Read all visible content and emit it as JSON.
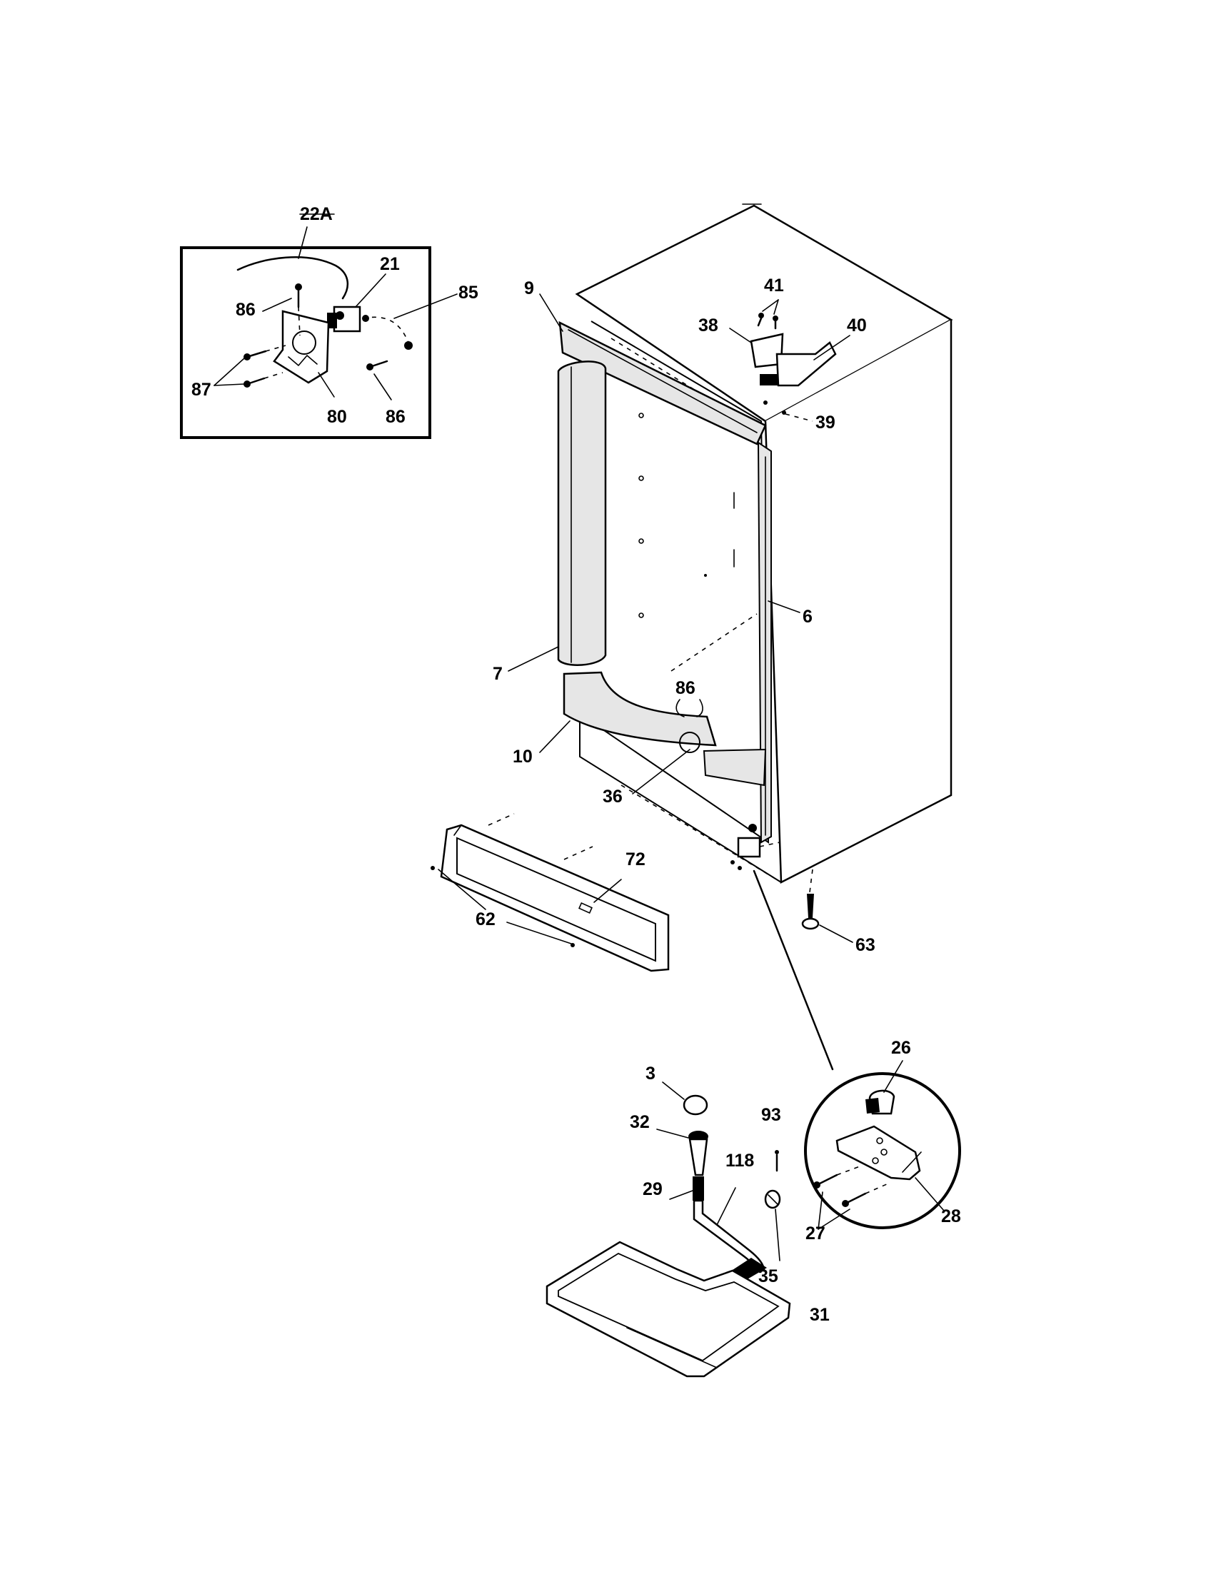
{
  "diagram": {
    "labels": {
      "p22a": "22A",
      "p21": "21",
      "p85": "85",
      "p86a": "86",
      "p86b": "86",
      "p86c": "86",
      "p87": "87",
      "p80": "80",
      "p9": "9",
      "p41": "41",
      "p38": "38",
      "p40": "40",
      "p39": "39",
      "p6": "6",
      "p7": "7",
      "p10": "10",
      "p36": "36",
      "p72": "72",
      "p62": "62",
      "p63": "63",
      "p26": "26",
      "p3": "3",
      "p32": "32",
      "p93": "93",
      "p118": "118",
      "p29": "29",
      "p35": "35",
      "p27": "27",
      "p28": "28",
      "p31": "31"
    }
  }
}
